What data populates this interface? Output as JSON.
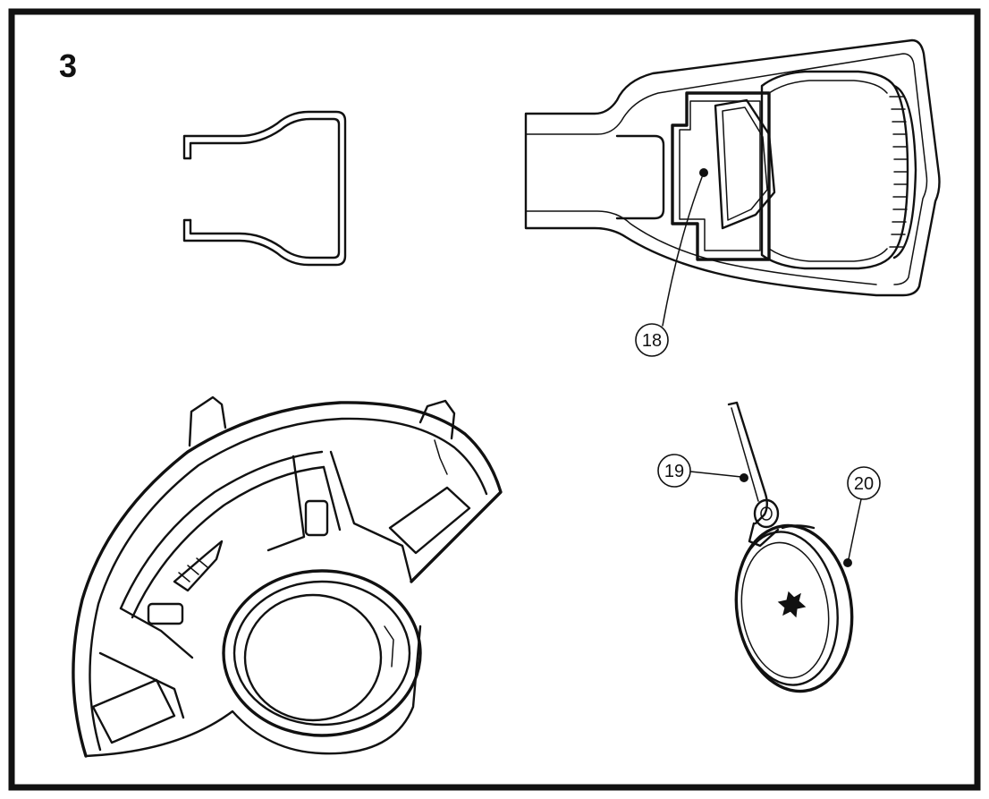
{
  "step": {
    "number": "3"
  },
  "callouts": [
    {
      "id": "part-18",
      "label": "18"
    },
    {
      "id": "part-19",
      "label": "19"
    },
    {
      "id": "part-20",
      "label": "20"
    }
  ],
  "colors": {
    "line": "#111111",
    "background": "#ffffff",
    "frame": "#111111"
  }
}
